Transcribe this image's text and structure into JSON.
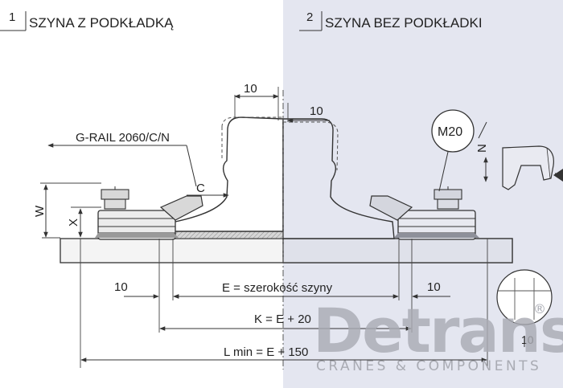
{
  "panels": {
    "left": {
      "number": "1",
      "title": "SZYNA Z PODKŁADKĄ"
    },
    "right": {
      "number": "2",
      "title": "SZYNA BEZ PODKŁADKI"
    }
  },
  "callouts": {
    "rail_part": "G-RAIL 2060/C/N",
    "bolt": "M20",
    "c": "C",
    "n": "N",
    "w": "W",
    "x": "X"
  },
  "dimensions": {
    "top_left_gap": "10",
    "top_right_gap": "10",
    "left_gap": "10",
    "right_gap": "10",
    "e": "E = szerokość szyny",
    "k": "K = E + 20",
    "l": "L min = E + 150",
    "detail_gap": "10"
  },
  "watermark": {
    "brand": "Detrans",
    "tagline": "CRANES & COMPONENTS",
    "registered": "®"
  },
  "colors": {
    "right_panel_bg": "#e4e6f0",
    "line": "#333333",
    "pad_fill": "#bfbfbf",
    "watermark": "#a9abb3"
  }
}
